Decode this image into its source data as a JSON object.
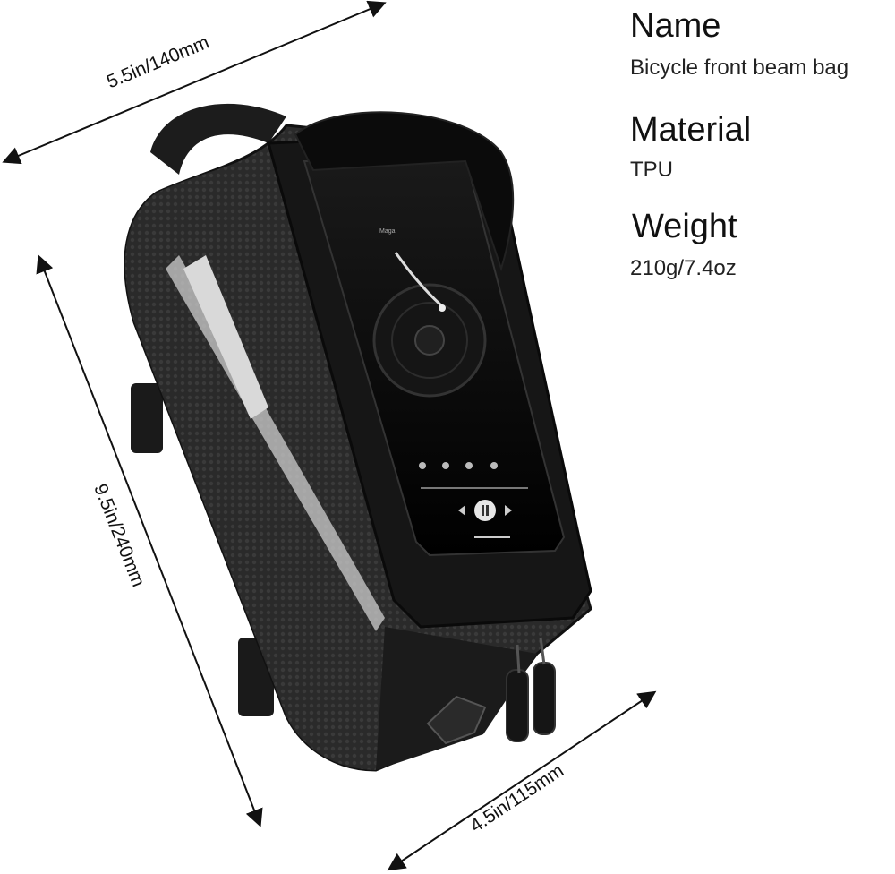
{
  "dimensions": {
    "width_label": "5.5in/140mm",
    "height_label": "9.5in/240mm",
    "depth_label": "4.5in/115mm"
  },
  "specs": [
    {
      "title": "Name",
      "value": "Bicycle front beam bag"
    },
    {
      "title": "Material",
      "value": "TPU"
    },
    {
      "title": "Weight",
      "value": "210g/7.4oz"
    }
  ],
  "phone_screen": {
    "top_label": "Maga"
  },
  "colors": {
    "bag": "#262626",
    "bag_dark": "#141414",
    "reflective": "#cfcfcf",
    "screen": "#050505"
  }
}
